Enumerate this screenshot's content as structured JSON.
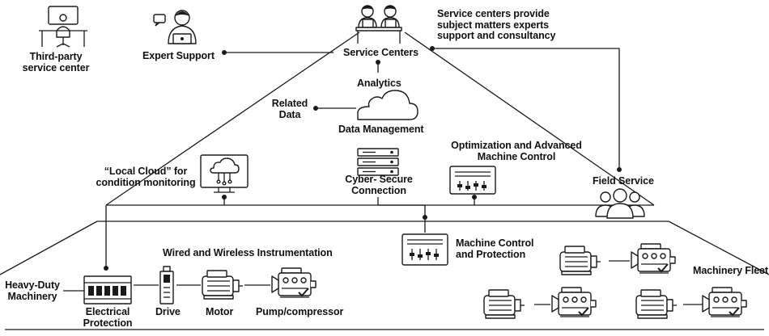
{
  "labels": {
    "third_party": [
      "Third-party",
      "service center"
    ],
    "expert_support": "Expert Support",
    "service_centers": "Service Centers",
    "service_note": [
      "Service centers provide",
      "subject matters experts",
      "support and consultancy"
    ],
    "analytics": "Analytics",
    "related_data": [
      "Related",
      "Data"
    ],
    "data_management": "Data Management",
    "optimization": [
      "Optimization and Advanced",
      "Machine Control"
    ],
    "local_cloud": [
      "“Local Cloud” for",
      "condition monitoring"
    ],
    "cyber_secure": [
      "Cyber- Secure",
      "Connection"
    ],
    "field_service": "Field Service",
    "machine_control": [
      "Machine Control",
      "and Protection"
    ],
    "wired_wireless": "Wired and Wireless Instrumentation",
    "heavy_duty": [
      "Heavy-Duty",
      "Machinery"
    ],
    "electrical_protection": [
      "Electrical",
      "Protection"
    ],
    "drive": "Drive",
    "motor": "Motor",
    "pump": "Pump/compressor",
    "machinery_fleet": "Machinery Fleet"
  },
  "icons": [
    "workstation-icon",
    "expert-icon",
    "service-center-icon",
    "cloud-icon",
    "server-icon",
    "controller-panel-icon",
    "local-cloud-monitor-icon",
    "field-service-team-icon",
    "electrical-protection-icon",
    "drive-icon",
    "motor-icon",
    "pump-icon"
  ]
}
